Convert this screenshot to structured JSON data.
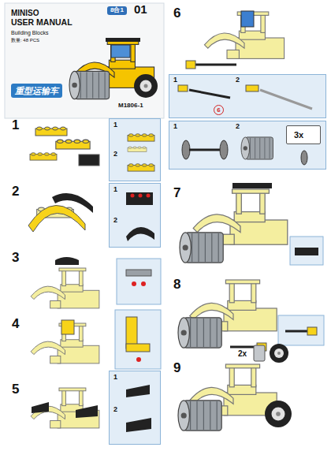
{
  "diagram": {
    "title": "USER MANUAL",
    "nodes": [
      {
        "text": [
          "1",
          "2"
        ]
      },
      {
        "text": [
          "1",
          "2"
        ]
      },
      {
        "text": [
          "1",
          "2"
        ]
      },
      {
        "text": [
          "1",
          "2",
          "6"
        ]
      },
      {
        "text": [
          "1",
          "2"
        ]
      },
      {
        "text": [
          "3x"
        ],
        "in": 4
      }
    ],
    "labels": [
      "MINISO",
      "Building Blocks",
      "数量: 48 PCS",
      "8合1",
      "01",
      "重型运输车",
      "M1806-1",
      "1",
      "2",
      "3",
      "4",
      "5",
      "6",
      "7",
      "8",
      "9",
      "2x"
    ]
  }
}
